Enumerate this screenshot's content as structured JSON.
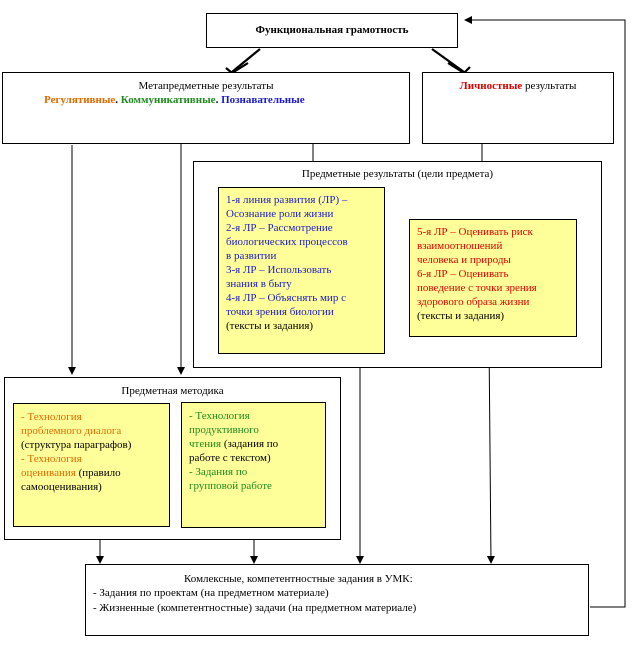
{
  "top": {
    "title": "Функциональная грамотность"
  },
  "meta": {
    "title": "Метапредметные результаты",
    "reg": "Регулятивные",
    "sep1": ". ",
    "comm": "Коммуникативные",
    "sep2": ". ",
    "cog": "Познавательные"
  },
  "personal": {
    "bold": "Личностные",
    "rest": " результаты"
  },
  "subject": {
    "title": "Предметные результаты (цели предмета)",
    "left_lines": [
      "1-я линия развития (ЛР) –",
      "Осознание роли жизни",
      "2-я ЛР – Рассмотрение",
      "биологических  процессов",
      "в развитии",
      "3-я ЛР – Использовать",
      "знания в быту",
      "4-я ЛР – Объяснять мир с",
      "точки зрения биологии"
    ],
    "left_note": "(тексты и задания)",
    "right_lines": [
      "5-я ЛР – Оценивать риск",
      "взаимоотношений",
      "человека и природы",
      "6-я ЛР – Оценивать",
      "поведение с точки зрения",
      "здорового образа жизни"
    ],
    "right_note": "(тексты и задания)"
  },
  "method": {
    "title": "Предметная методика",
    "left": {
      "l1": "- Технология",
      "l2": "проблемного диалога",
      "l3": "(структура параграфов)",
      "l4": "- Технология",
      "l5a": "оценивания",
      "l5b": " (правило",
      "l6": "самооценивания)"
    },
    "right": {
      "l1": "- Технология",
      "l2": "продуктивного",
      "l3a": "чтения",
      "l3b": " (задания по",
      "l4": "работе с текстом)",
      "l5": "- Задания по",
      "l6": "групповой работе"
    }
  },
  "bottom": {
    "title": "Комлексные, компетентностные задания в УМК:",
    "item1": "- Задания по проектам (на предметном материале)",
    "item2": "- Жизненные (компетентностные) задачи  (на предметном материале)"
  },
  "colors": {
    "orange": "#e06a00",
    "green": "#1f8a1f",
    "blue": "#1a1acc",
    "red": "#e00000",
    "yellow": "#ffff99"
  }
}
